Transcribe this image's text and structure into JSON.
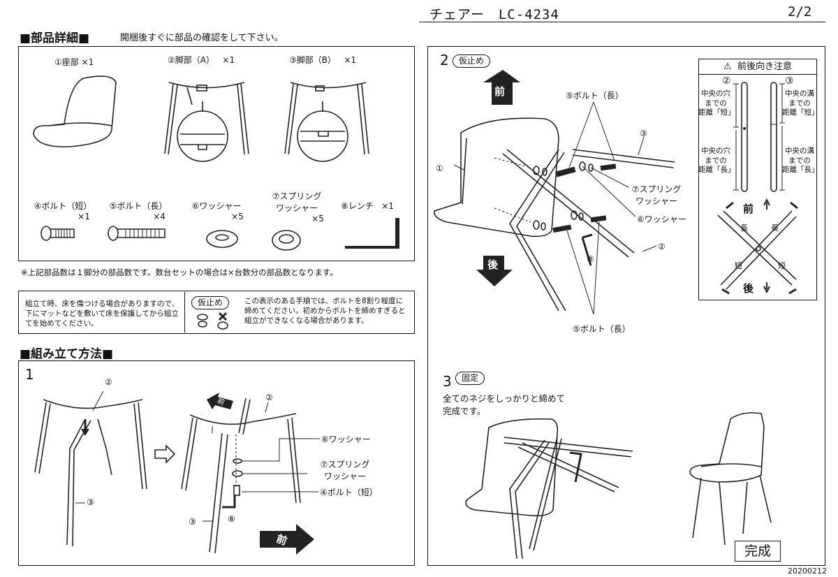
{
  "header": {
    "title": "チェアー　LC-4234",
    "page": "2/2"
  },
  "parts": {
    "title": "■部品詳細■",
    "subtitle": "開梱後すぐに部品の確認をして下さい。",
    "items": [
      {
        "label": "①座部",
        "qty": "×1"
      },
      {
        "label": "②脚部（A）",
        "qty": "×1"
      },
      {
        "label": "③脚部（B）",
        "qty": "×1"
      },
      {
        "label": "④ボルト（短）",
        "qty": "×1"
      },
      {
        "label": "⑤ボルト（長）",
        "qty": "×4"
      },
      {
        "label": "⑥ワッシャー",
        "qty": "×5"
      },
      {
        "label": "⑦スプリング",
        "label2": "ワッシャー",
        "qty": "×5"
      },
      {
        "label": "⑧レンチ",
        "qty": "×1"
      }
    ],
    "footnote": "※上記部品数は１脚分の部品数です。数台セットの場合は×台数分の部品数となります。"
  },
  "caution": {
    "left": "組立て時、床を傷つける場合がありますので、下にマットなどを敷いて床を保護してから組立てを始めてください。",
    "tag": "仮止め",
    "right": "この表示のある手順では、ボルトを8割り程度に締めてください。初めからボルトを締めすぎると組立ができなくなる場合があります。"
  },
  "assembly": {
    "title": "■組み立て方法■",
    "step1": {
      "num": "1",
      "labels": {
        "leg_a": "②",
        "leg_b": "③",
        "leg_a2": "②",
        "leg_b2": "③",
        "washer": "⑥ワッシャー",
        "spring1": "⑦スプリング",
        "spring2": "ワッシャー",
        "bolt_short": "④ボルト（短）",
        "wrench": "⑧",
        "front": "前",
        "front2": "前"
      }
    },
    "step2": {
      "num": "2",
      "tag": "仮止め",
      "labels": {
        "bolt_long_top": "⑤ボルト（長）",
        "bolt_long_bottom": "⑤ボルト（長）",
        "seat": "①",
        "leg_b": "③",
        "leg_a": "②",
        "spring1": "⑦スプリング",
        "spring2": "ワッシャー",
        "washer": "⑥ワッシャー",
        "wrench": "⑧",
        "front": "前",
        "back": "後"
      },
      "warning": {
        "title": "前後向き注意",
        "left_num": "②",
        "right_num": "③",
        "left_top": [
          "中央の穴",
          "までの",
          "距離「短」"
        ],
        "left_bottom": [
          "中央の穴",
          "までの",
          "距離「長」"
        ],
        "right_top": [
          "中央の溝",
          "までの",
          "距離「短」"
        ],
        "right_bottom": [
          "中央の溝",
          "までの",
          "距離「長」"
        ],
        "front": "前",
        "back": "後",
        "long1": "長",
        "long2": "長",
        "short1": "短",
        "short2": "短"
      }
    },
    "step3": {
      "num": "3",
      "tag": "固定",
      "text1": "全てのネジをしっかりと締めて",
      "text2": "完成です。",
      "done": "完成"
    }
  },
  "footer": {
    "code": "20200212"
  }
}
